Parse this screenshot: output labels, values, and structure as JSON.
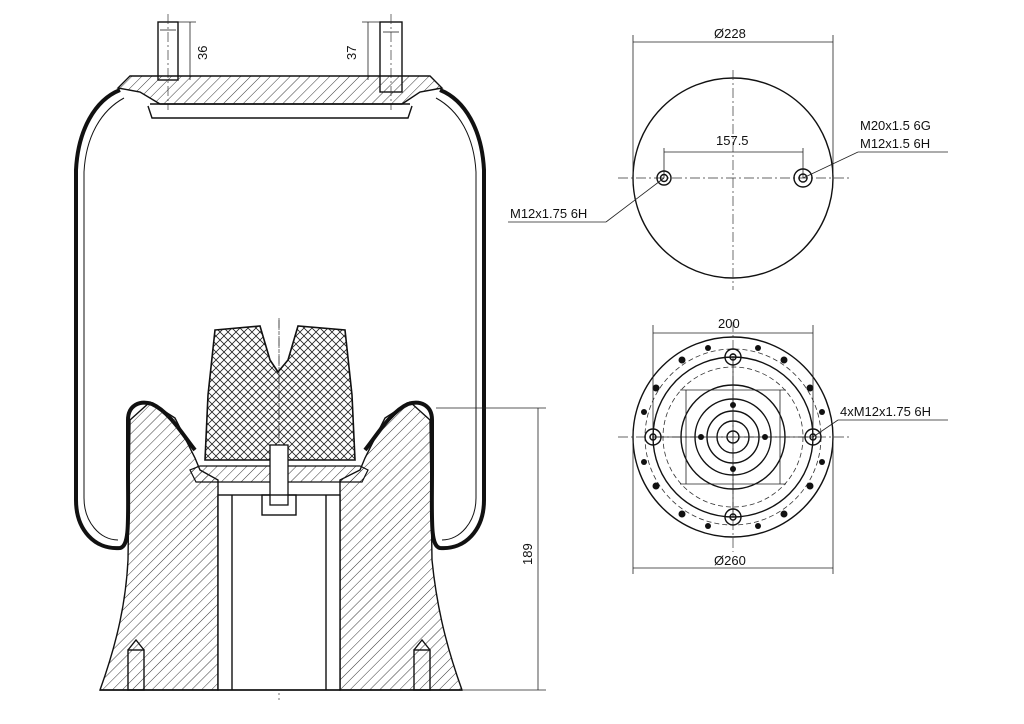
{
  "side_view": {
    "stud_height_left": "36",
    "stud_height_right": "37",
    "overall_height": "189"
  },
  "top_view": {
    "outer_diameter": "Ø228",
    "stud_spacing": "157.5",
    "thread_right_1": "M20x1.5 6G",
    "thread_right_2": "M12x1.5 6H",
    "thread_left": "M12x1.75 6H"
  },
  "bottom_view": {
    "bolt_circle": "200",
    "outer_diameter": "Ø260",
    "holes": "4xM12x1.75 6H"
  },
  "colors": {
    "line": "#111111",
    "rubber_fill": "#dcdcdc",
    "background": "#ffffff"
  }
}
